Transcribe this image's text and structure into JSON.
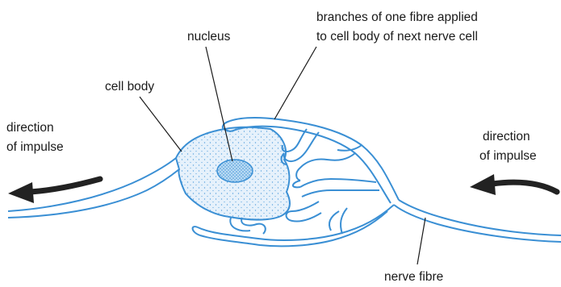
{
  "diagram": {
    "labels": {
      "branches_line1": "branches of one fibre applied",
      "branches_line2": "to cell body of next nerve cell",
      "nucleus": "nucleus",
      "cell_body": "cell body",
      "direction_left_line1": "direction",
      "direction_left_line2": "of impulse",
      "direction_right_line1": "direction",
      "direction_right_line2": "of impulse",
      "nerve_fibre": "nerve fibre"
    },
    "colors": {
      "neuron_outline": "#3a8fd4",
      "neuron_fill": "#dcecf9",
      "stipple": "#5aa3de",
      "nucleus_fill": "#a9d0f0",
      "arrow": "#222222",
      "leader_line": "#1a1a1a",
      "text": "#1a1a1a"
    }
  }
}
